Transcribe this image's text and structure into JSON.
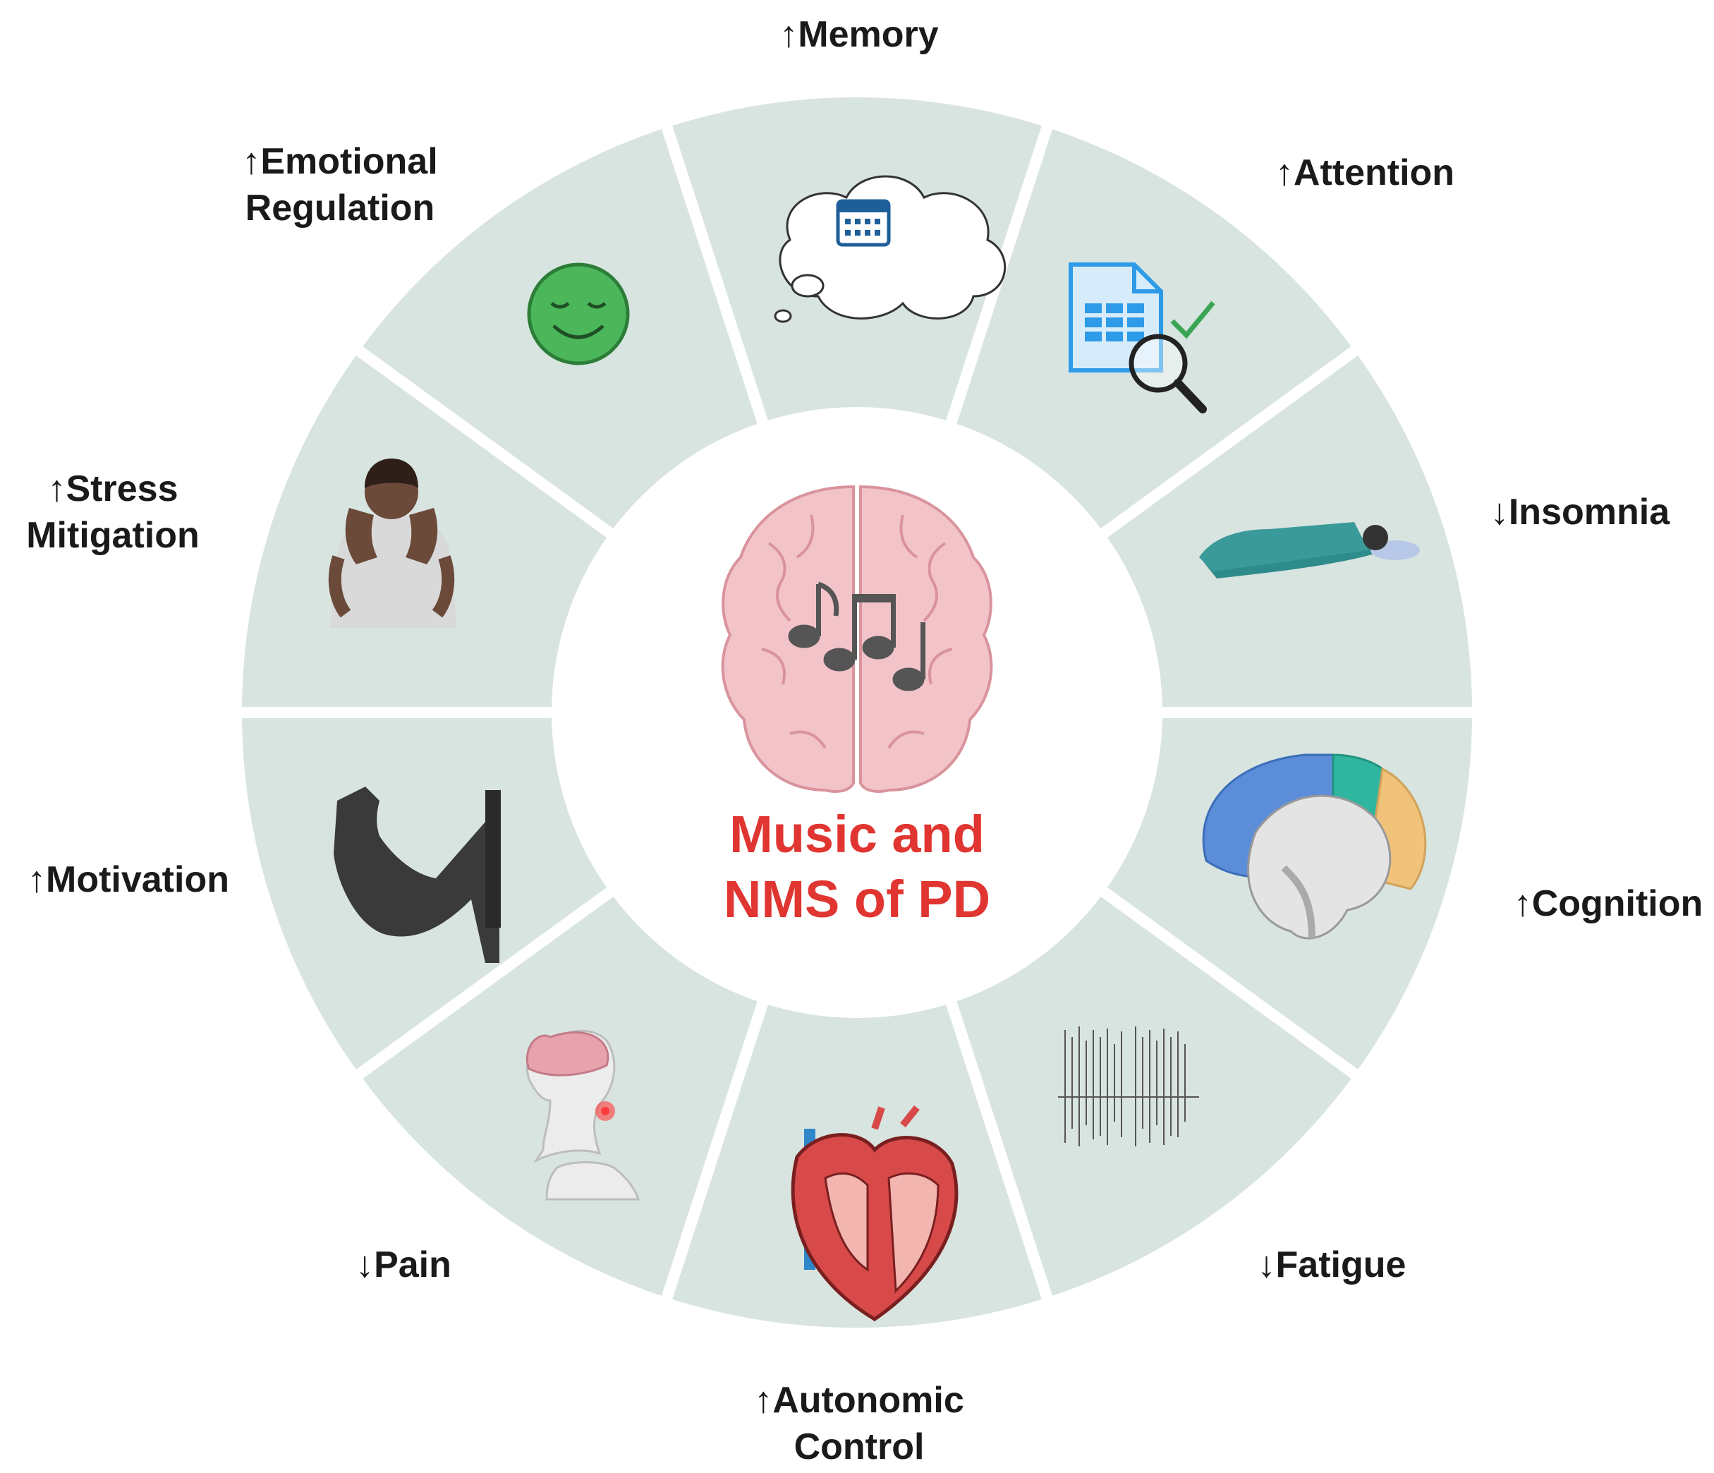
{
  "center": {
    "line1": "Music and",
    "line2": "NMS of PD"
  },
  "segments": [
    {
      "key": "memory",
      "icon": "thought-cloud-calendar-icon",
      "lines": [
        "↑Memory"
      ]
    },
    {
      "key": "attention",
      "icon": "document-magnifier-check-icon",
      "lines": [
        "↑Attention"
      ]
    },
    {
      "key": "insomnia",
      "icon": "sleeping-person-icon",
      "lines": [
        "↓Insomnia"
      ]
    },
    {
      "key": "cognition",
      "icon": "brain-sagittal-icon",
      "lines": [
        "↑Cognition"
      ]
    },
    {
      "key": "fatigue",
      "icon": "waveform-icon",
      "lines": [
        "↓Fatigue"
      ]
    },
    {
      "key": "autonomic",
      "icon": "heart-anatomy-icon",
      "lines": [
        "↑Autonomic",
        "Control"
      ]
    },
    {
      "key": "pain",
      "icon": "head-neck-pain-icon",
      "lines": [
        "↓Pain"
      ]
    },
    {
      "key": "motivation",
      "icon": "flexed-arm-icon",
      "lines": [
        "↑Motivation"
      ]
    },
    {
      "key": "stress",
      "icon": "stressed-person-icon",
      "lines": [
        "↑Stress",
        "Mitigation"
      ]
    },
    {
      "key": "emotional",
      "icon": "calm-smiley-face-icon",
      "lines": [
        "↑Emotional",
        "Regulation"
      ]
    }
  ],
  "colors": {
    "segment": "#d8e4df",
    "title": "#e03530",
    "label": "#1a1a1a",
    "brain": "#f2c4c9",
    "music_note": "#555555"
  }
}
